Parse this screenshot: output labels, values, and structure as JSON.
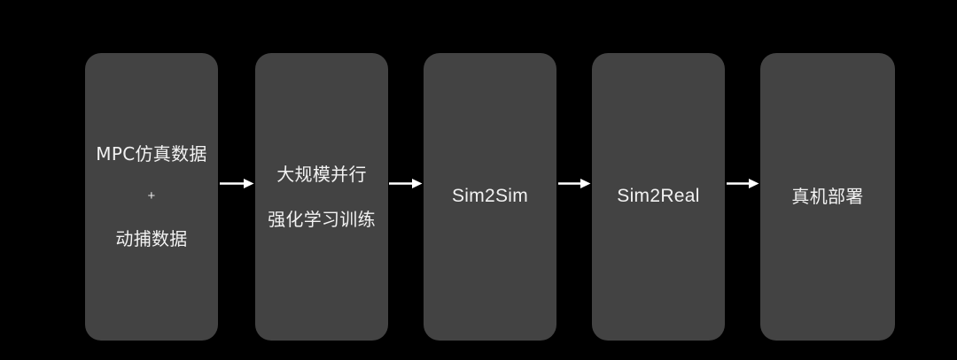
{
  "diagram": {
    "background_color": "#000000",
    "box_color": "#434343",
    "text_color": "#f2f2f2",
    "arrow_color": "#ffffff",
    "boxes": [
      {
        "id": "mpc-data",
        "lines": [
          "MPC仿真数据",
          "+",
          "动捕数据"
        ]
      },
      {
        "id": "rl-training",
        "lines": [
          "大规模并行",
          "强化学习训练"
        ]
      },
      {
        "id": "sim2sim",
        "lines": [
          "Sim2Sim"
        ]
      },
      {
        "id": "sim2real",
        "lines": [
          "Sim2Real"
        ]
      },
      {
        "id": "real-deploy",
        "lines": [
          "真机部署"
        ]
      }
    ],
    "connectors": [
      {
        "id": "arrow-1",
        "icon": "arrow-right-icon"
      },
      {
        "id": "arrow-2",
        "icon": "arrow-right-icon"
      },
      {
        "id": "arrow-3",
        "icon": "arrow-right-icon"
      },
      {
        "id": "arrow-4",
        "icon": "arrow-right-icon"
      }
    ]
  }
}
